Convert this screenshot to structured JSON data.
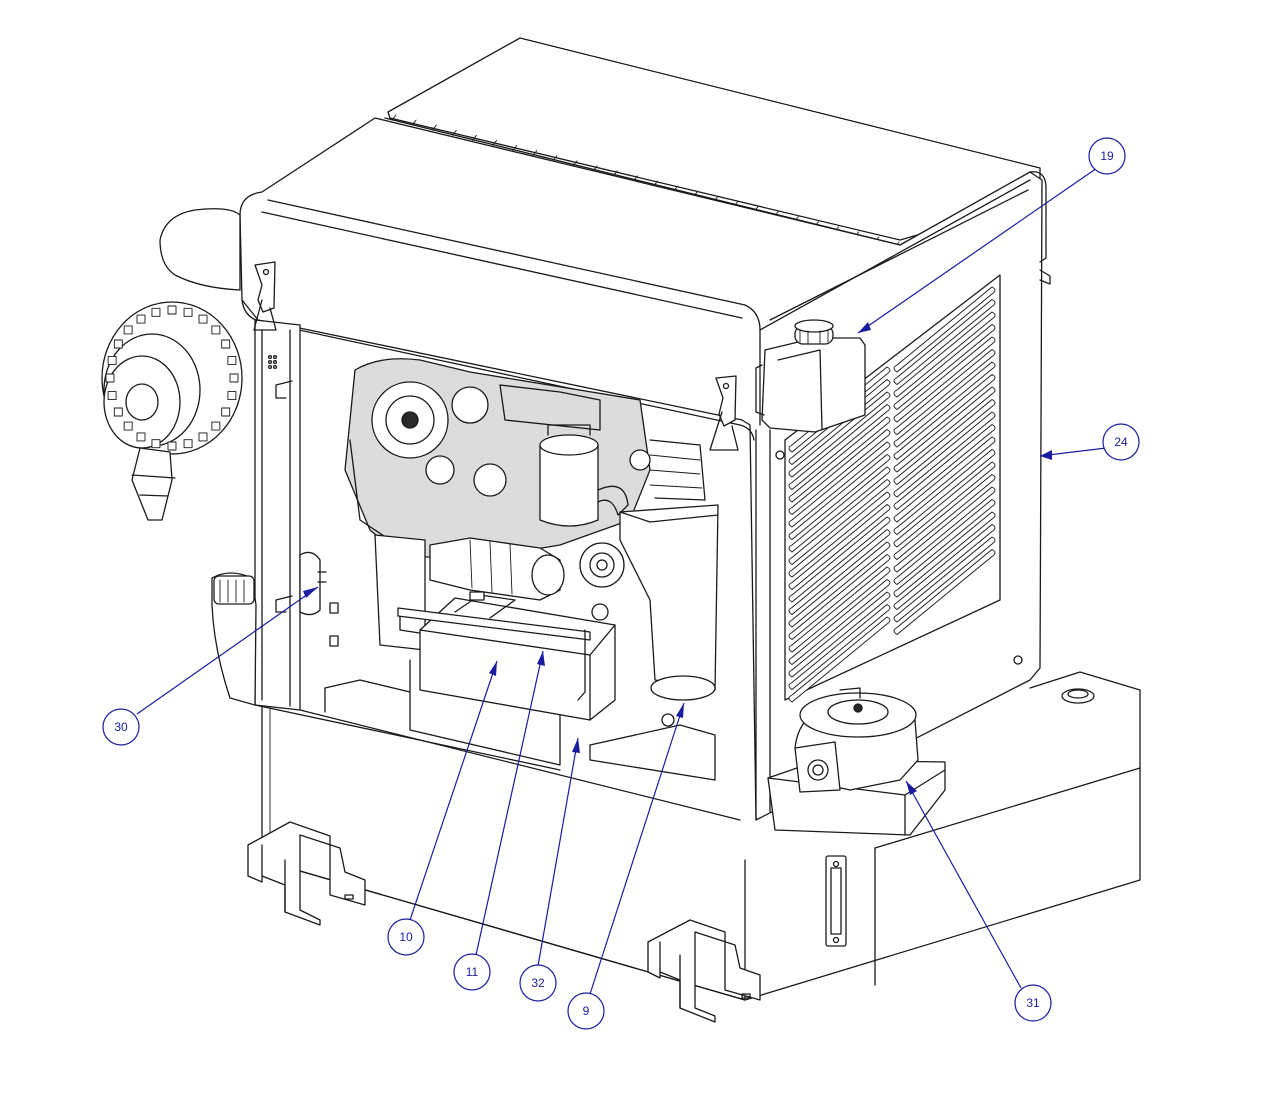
{
  "diagram": {
    "callouts": [
      {
        "id": "c19",
        "label": "19"
      },
      {
        "id": "c24",
        "label": "24"
      },
      {
        "id": "c30",
        "label": "30"
      },
      {
        "id": "c10",
        "label": "10"
      },
      {
        "id": "c11",
        "label": "11"
      },
      {
        "id": "c32",
        "label": "32"
      },
      {
        "id": "c9",
        "label": "9"
      },
      {
        "id": "c31",
        "label": "31"
      }
    ],
    "colors": {
      "callout": "#1b1ba0",
      "linework": "#1a1a1a",
      "background": "#ffffff"
    }
  }
}
